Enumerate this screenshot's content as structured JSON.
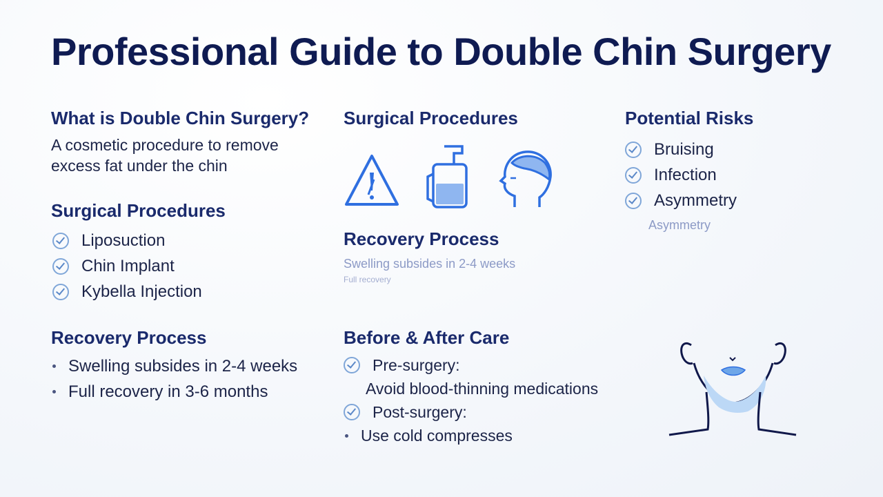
{
  "title": "Professional Guide to Double Chin Surgery",
  "what_is": {
    "heading": "What is Double Chin Surgery?",
    "line1": "A cosmetic procedure to remove",
    "line2": "excess fat under the chin"
  },
  "procedures_left": {
    "heading": "Surgical Procedures",
    "items": [
      "Liposuction",
      "Chin Implant",
      "Kybella Injection"
    ]
  },
  "recovery_left": {
    "heading": "Recovery Process",
    "items": [
      "Swelling subsides in 2-4 weeks",
      "Full recovery in 3-6 months"
    ]
  },
  "procedures_center": {
    "heading": "Surgical Procedures",
    "icons": [
      "warning-icon",
      "container-icon",
      "face-profile-icon"
    ]
  },
  "recovery_center": {
    "heading": "Recovery Process",
    "line1": "Swelling subsides in 2-4 weeks",
    "line2": "Full recovery"
  },
  "care": {
    "heading": "Before & After Care",
    "pre_label": "Pre-surgery:",
    "pre_detail": "Avoid blood-thinning medications",
    "post_label": "Post-surgery:",
    "post_detail": "Use cold compresses"
  },
  "risks": {
    "heading": "Potential Risks",
    "items": [
      "Bruising",
      "Infection",
      "Asymmetry"
    ],
    "echo": "Asymmetry"
  },
  "colors": {
    "title": "#0f1b52",
    "heading": "#1a2a6c",
    "accent": "#2f6fe0",
    "check": "#7fa6d8"
  }
}
